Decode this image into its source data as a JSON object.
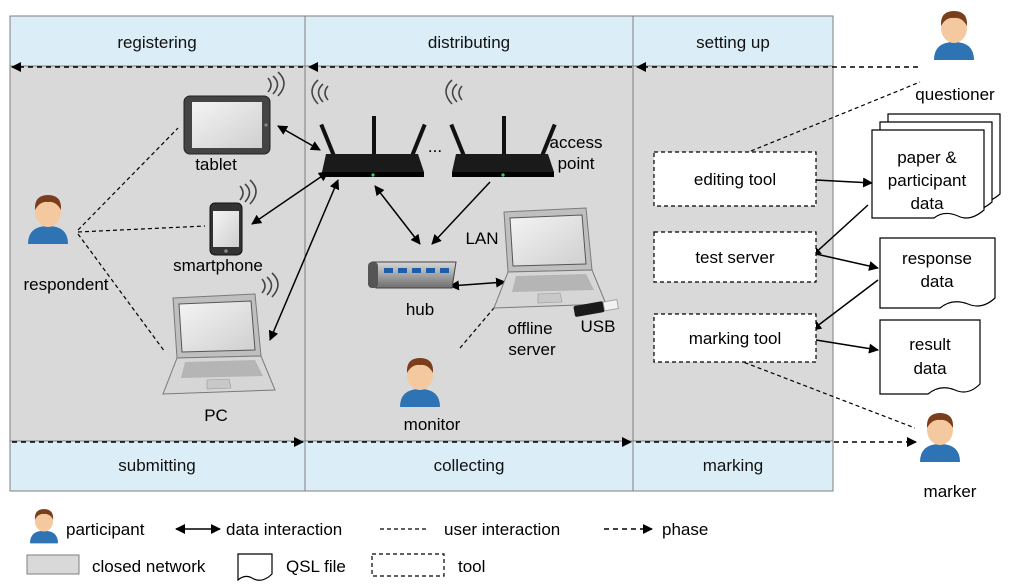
{
  "phases": {
    "top": [
      "registering",
      "distributing",
      "setting up"
    ],
    "bottom": [
      "submitting",
      "collecting",
      "marking"
    ]
  },
  "actors": {
    "respondent": "respondent",
    "questioner": "questioner",
    "marker": "marker",
    "monitor": "monitor"
  },
  "devices": {
    "tablet": "tablet",
    "smartphone": "smartphone",
    "pc": "PC",
    "access_point_1": "access",
    "access_point_2": "point",
    "ellipsis": "...",
    "lan": "LAN",
    "hub": "hub",
    "offline_server_1": "offline",
    "offline_server_2": "server",
    "usb": "USB"
  },
  "tools": {
    "editing": "editing tool",
    "test_server": "test server",
    "marking": "marking tool"
  },
  "files": {
    "paper_1": "paper &",
    "paper_2": "participant",
    "paper_3": "data",
    "response_1": "response",
    "response_2": "data",
    "result_1": "result",
    "result_2": "data"
  },
  "legend": {
    "participant": "participant",
    "data_interaction": "data interaction",
    "user_interaction": "user interaction",
    "phase": "phase",
    "closed_network": "closed network",
    "qsl_file": "QSL file",
    "tool": "tool"
  },
  "colors": {
    "panel_gray": "#d9d9d9",
    "header_blue": "#dbeef7",
    "person_blue": "#2e74b5",
    "person_skin": "#f5c9a0",
    "person_hair": "#7a3e1c"
  }
}
